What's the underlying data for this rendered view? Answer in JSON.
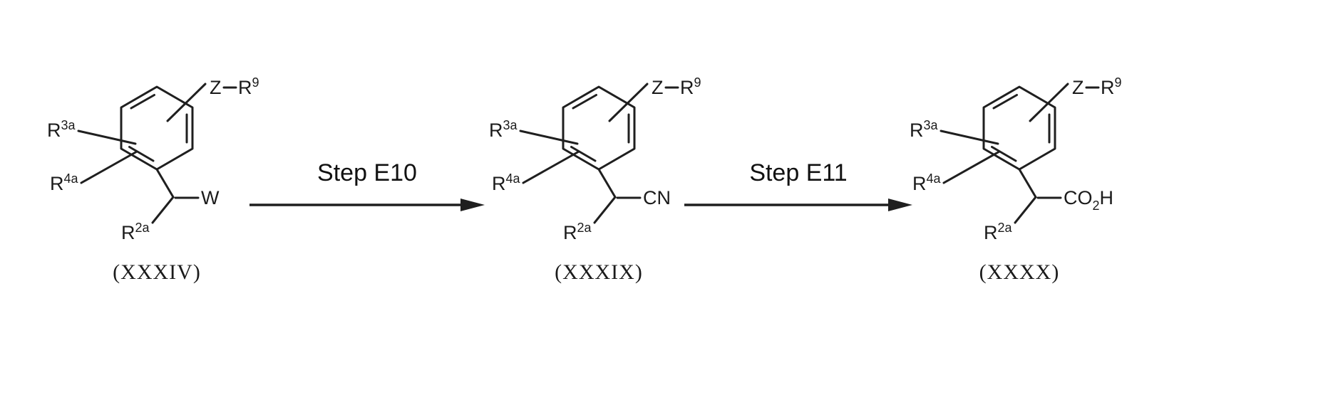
{
  "scheme": {
    "structures": [
      {
        "label": "(XXXIV)",
        "z_label": "Z",
        "r9": {
          "base": "R",
          "sup": "9"
        },
        "r3a": {
          "base": "R",
          "sup": "3a"
        },
        "r4a": {
          "base": "R",
          "sup": "4a"
        },
        "r2a": {
          "base": "R",
          "sup": "2a"
        },
        "tail": {
          "main": "W",
          "sub": "",
          "end": ""
        }
      },
      {
        "label": "(XXXIX)",
        "z_label": "Z",
        "r9": {
          "base": "R",
          "sup": "9"
        },
        "r3a": {
          "base": "R",
          "sup": "3a"
        },
        "r4a": {
          "base": "R",
          "sup": "4a"
        },
        "r2a": {
          "base": "R",
          "sup": "2a"
        },
        "tail": {
          "main": "CN",
          "sub": "",
          "end": ""
        }
      },
      {
        "label": "(XXXX)",
        "z_label": "Z",
        "r9": {
          "base": "R",
          "sup": "9"
        },
        "r3a": {
          "base": "R",
          "sup": "3a"
        },
        "r4a": {
          "base": "R",
          "sup": "4a"
        },
        "r2a": {
          "base": "R",
          "sup": "2a"
        },
        "tail": {
          "main": "CO",
          "sub": "2",
          "end": "H"
        }
      }
    ],
    "steps": [
      {
        "label": "Step E10"
      },
      {
        "label": "Step E11"
      }
    ]
  }
}
